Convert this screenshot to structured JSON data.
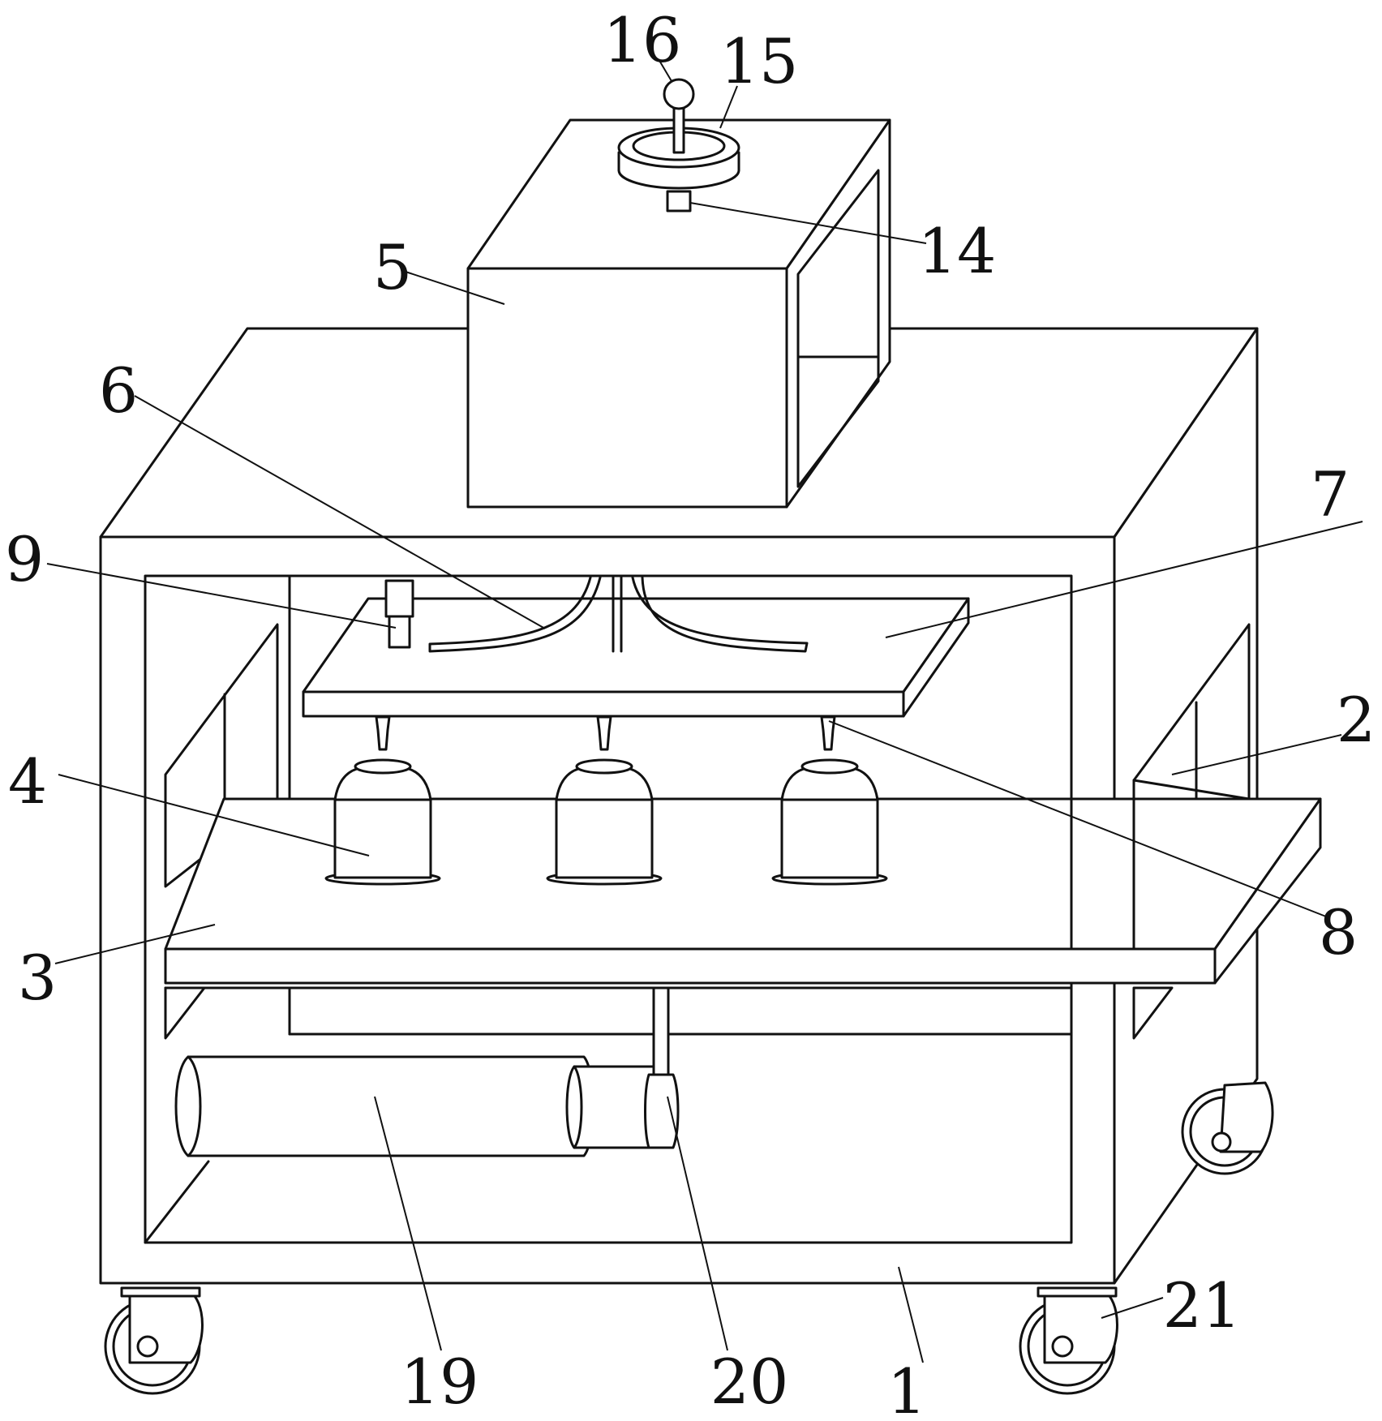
{
  "figure": {
    "labels": [
      {
        "id": "1",
        "text": "1"
      },
      {
        "id": "2",
        "text": "2"
      },
      {
        "id": "3",
        "text": "3"
      },
      {
        "id": "4",
        "text": "4"
      },
      {
        "id": "5",
        "text": "5"
      },
      {
        "id": "6",
        "text": "6"
      },
      {
        "id": "7",
        "text": "7"
      },
      {
        "id": "8",
        "text": "8"
      },
      {
        "id": "9",
        "text": "9"
      },
      {
        "id": "14",
        "text": "14"
      },
      {
        "id": "15",
        "text": "15"
      },
      {
        "id": "16",
        "text": "16"
      },
      {
        "id": "19",
        "text": "19"
      },
      {
        "id": "20",
        "text": "20"
      },
      {
        "id": "21",
        "text": "21"
      }
    ]
  },
  "colors": {
    "line": "#111111",
    "background": "#ffffff"
  }
}
